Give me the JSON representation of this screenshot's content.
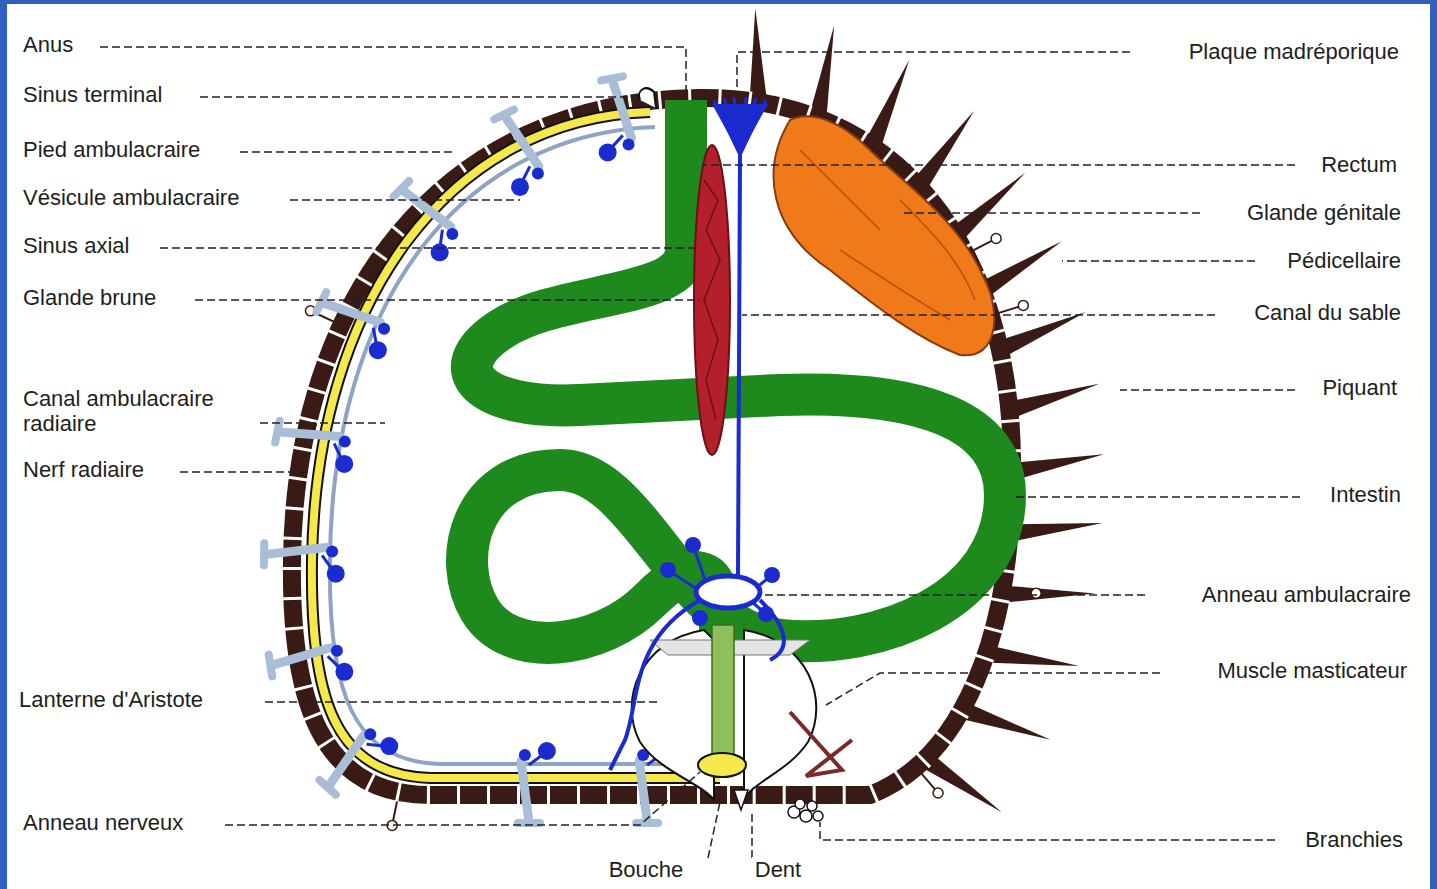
{
  "diagram": {
    "labels": [
      "Anus",
      "Sinus terminal",
      "Pied ambulacraire",
      "Vésicule ambulacraire",
      "Sinus axial",
      "Glande brune",
      "Canal ambulacraire radiaire",
      "Nerf radiaire",
      "Lanterne d'Aristote",
      "Anneau nerveux",
      "Bouche",
      "Dent",
      "Plaque madréporique",
      "Rectum",
      "Glande génitale",
      "Pédicellaire",
      "Canal du sable",
      "Piquant",
      "Intestin",
      "Anneau ambulacraire",
      "Muscle masticateur",
      "Branchies"
    ]
  }
}
